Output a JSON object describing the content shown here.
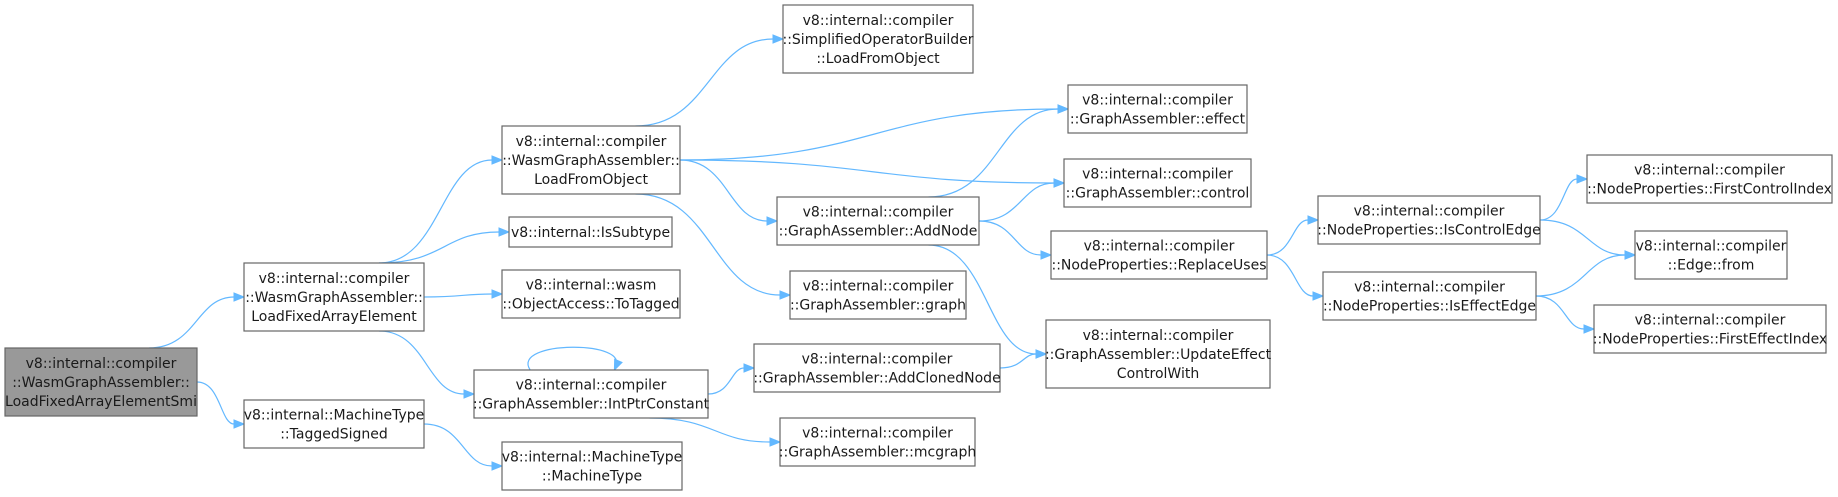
{
  "colors": {
    "edge": "#63b8ff",
    "root_fill": "#999999",
    "node_fill": "#ffffff",
    "node_border": "#666666"
  },
  "nodes": {
    "root": [
      "v8::internal::compiler",
      "::WasmGraphAssembler::",
      "LoadFixedArrayElementSmi"
    ],
    "load_fixed_array_element": [
      "v8::internal::compiler",
      "::WasmGraphAssembler::",
      "LoadFixedArrayElement"
    ],
    "machinetype_tagged_signed": [
      "v8::internal::MachineType",
      "::TaggedSigned"
    ],
    "wasm_load_from_object": [
      "v8::internal::compiler",
      "::WasmGraphAssembler::",
      "LoadFromObject"
    ],
    "is_subtype": [
      "v8::internal::IsSubtype"
    ],
    "object_access_to_tagged": [
      "v8::internal::wasm",
      "::ObjectAccess::ToTagged"
    ],
    "intptr_constant": [
      "v8::internal::compiler",
      "::GraphAssembler::IntPtrConstant"
    ],
    "machinetype_machinetype": [
      "v8::internal::MachineType",
      "::MachineType"
    ],
    "simplified_load_from_object": [
      "v8::internal::compiler",
      "::SimplifiedOperatorBuilder",
      "::LoadFromObject"
    ],
    "add_node": [
      "v8::internal::compiler",
      "::GraphAssembler::AddNode"
    ],
    "graph": [
      "v8::internal::compiler",
      "::GraphAssembler::graph"
    ],
    "add_cloned_node": [
      "v8::internal::compiler",
      "::GraphAssembler::AddClonedNode"
    ],
    "mcgraph": [
      "v8::internal::compiler",
      "::GraphAssembler::mcgraph"
    ],
    "effect": [
      "v8::internal::compiler",
      "::GraphAssembler::effect"
    ],
    "control": [
      "v8::internal::compiler",
      "::GraphAssembler::control"
    ],
    "replace_uses": [
      "v8::internal::compiler",
      "::NodeProperties::ReplaceUses"
    ],
    "update_effect_control_with": [
      "v8::internal::compiler",
      "::GraphAssembler::UpdateEffect",
      "ControlWith"
    ],
    "is_control_edge": [
      "v8::internal::compiler",
      "::NodeProperties::IsControlEdge"
    ],
    "is_effect_edge": [
      "v8::internal::compiler",
      "::NodeProperties::IsEffectEdge"
    ],
    "first_control_index": [
      "v8::internal::compiler",
      "::NodeProperties::FirstControlIndex"
    ],
    "edge_from": [
      "v8::internal::compiler",
      "::Edge::from"
    ],
    "first_effect_index": [
      "v8::internal::compiler",
      "::NodeProperties::FirstEffectIndex"
    ]
  },
  "edges": [
    [
      "root",
      "load_fixed_array_element"
    ],
    [
      "root",
      "machinetype_tagged_signed"
    ],
    [
      "load_fixed_array_element",
      "wasm_load_from_object"
    ],
    [
      "load_fixed_array_element",
      "is_subtype"
    ],
    [
      "load_fixed_array_element",
      "object_access_to_tagged"
    ],
    [
      "load_fixed_array_element",
      "intptr_constant"
    ],
    [
      "machinetype_tagged_signed",
      "machinetype_machinetype"
    ],
    [
      "wasm_load_from_object",
      "simplified_load_from_object"
    ],
    [
      "wasm_load_from_object",
      "effect"
    ],
    [
      "wasm_load_from_object",
      "control"
    ],
    [
      "wasm_load_from_object",
      "add_node"
    ],
    [
      "wasm_load_from_object",
      "graph"
    ],
    [
      "intptr_constant",
      "intptr_constant"
    ],
    [
      "intptr_constant",
      "add_cloned_node"
    ],
    [
      "intptr_constant",
      "mcgraph"
    ],
    [
      "add_node",
      "effect"
    ],
    [
      "add_node",
      "control"
    ],
    [
      "add_node",
      "replace_uses"
    ],
    [
      "add_node",
      "update_effect_control_with"
    ],
    [
      "add_cloned_node",
      "update_effect_control_with"
    ],
    [
      "replace_uses",
      "is_control_edge"
    ],
    [
      "replace_uses",
      "is_effect_edge"
    ],
    [
      "is_control_edge",
      "first_control_index"
    ],
    [
      "is_control_edge",
      "edge_from"
    ],
    [
      "is_effect_edge",
      "edge_from"
    ],
    [
      "is_effect_edge",
      "first_effect_index"
    ]
  ]
}
